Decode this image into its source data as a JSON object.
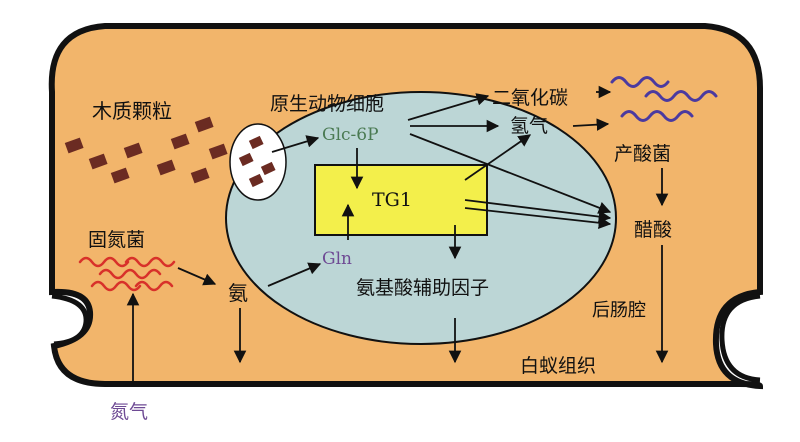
{
  "labels": {
    "wood_particles": "木质颗粒",
    "protozoa": "原生动物细胞",
    "glc6p": "Glc-6P",
    "tg1": "TG1",
    "gln": "Gln",
    "amino_acids": "氨基酸辅助因子",
    "nitrogen_fixers": "固氮菌",
    "ammonia": "氨",
    "co2": "二氧化碳",
    "hydrogen": "氢气",
    "acidogens": "产酸菌",
    "acetate": "醋酸",
    "hindgut": "后肠腔",
    "termite_tissue": "白蚁组织",
    "nitrogen_gas": "氮气"
  },
  "colors": {
    "background": "#f2b56b",
    "cell": "#bcd6d6",
    "tg1": "#f3ef4b",
    "particle": "#6b2b22",
    "green_text": "#4a7a52",
    "purple_text": "#6e4a94",
    "red_bacteria": "#d8312a",
    "purple_bacteria": "#4b3aa0"
  }
}
